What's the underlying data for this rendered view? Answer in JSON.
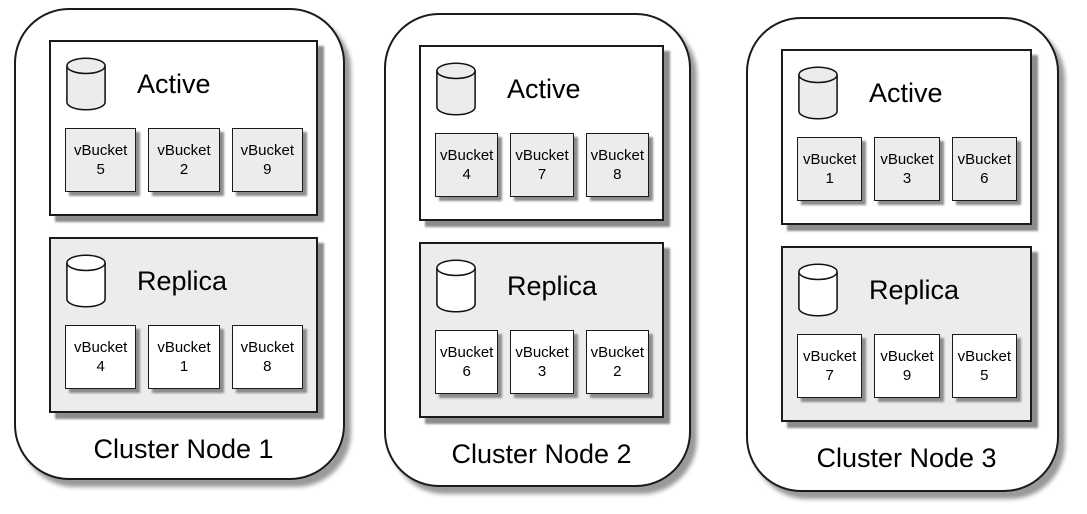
{
  "colors": {
    "node_fill": "#ffffff",
    "section_active_fill": "#ffffff",
    "section_replica_fill": "#ececec",
    "bucket_active_fill": "#ececec",
    "bucket_replica_fill": "#ffffff",
    "stroke": "#000000",
    "shadow": "#8c8c8c"
  },
  "nodes": [
    {
      "label": "Cluster Node 1",
      "sections": [
        {
          "title": "Active",
          "buckets": [
            {
              "label": "vBucket",
              "number": "5"
            },
            {
              "label": "vBucket",
              "number": "2"
            },
            {
              "label": "vBucket",
              "number": "9"
            }
          ]
        },
        {
          "title": "Replica",
          "buckets": [
            {
              "label": "vBucket",
              "number": "4"
            },
            {
              "label": "vBucket",
              "number": "1"
            },
            {
              "label": "vBucket",
              "number": "8"
            }
          ]
        }
      ]
    },
    {
      "label": "Cluster Node 2",
      "sections": [
        {
          "title": "Active",
          "buckets": [
            {
              "label": "vBucket",
              "number": "4"
            },
            {
              "label": "vBucket",
              "number": "7"
            },
            {
              "label": "vBucket",
              "number": "8"
            }
          ]
        },
        {
          "title": "Replica",
          "buckets": [
            {
              "label": "vBucket",
              "number": "6"
            },
            {
              "label": "vBucket",
              "number": "3"
            },
            {
              "label": "vBucket",
              "number": "2"
            }
          ]
        }
      ]
    },
    {
      "label": "Cluster Node 3",
      "sections": [
        {
          "title": "Active",
          "buckets": [
            {
              "label": "vBucket",
              "number": "1"
            },
            {
              "label": "vBucket",
              "number": "3"
            },
            {
              "label": "vBucket",
              "number": "6"
            }
          ]
        },
        {
          "title": "Replica",
          "buckets": [
            {
              "label": "vBucket",
              "number": "7"
            },
            {
              "label": "vBucket",
              "number": "9"
            },
            {
              "label": "vBucket",
              "number": "5"
            }
          ]
        }
      ]
    }
  ]
}
